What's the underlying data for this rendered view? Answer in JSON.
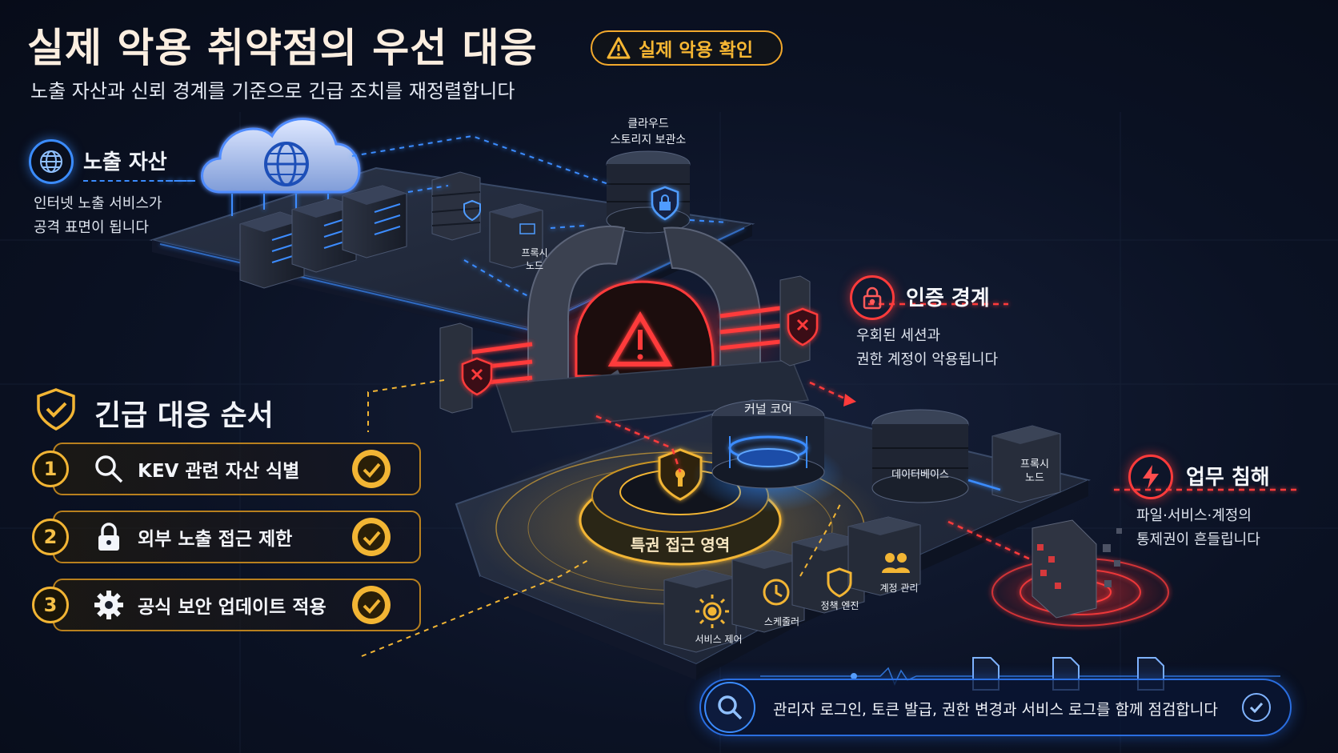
{
  "header": {
    "title": "실제 악용 취약점의 우선 대응",
    "subtitle": "노출 자산과 신뢰 경계를 기준으로 긴급 조치를 재정렬합니다",
    "badge": "실제 악용 확인"
  },
  "exposed_assets": {
    "title": "노출 자산",
    "desc_line1": "인터넷 노출 서비스가",
    "desc_line2": "공격 표면이 됩니다"
  },
  "cloud_storage": {
    "line1": "클라우드",
    "line2": "스토리지 보관소"
  },
  "proxy_top": {
    "line1": "프록시",
    "line2": "노드"
  },
  "auth_boundary": {
    "title": "인증 경계",
    "desc_line1": "우회된 세션과",
    "desc_line2": "권한 계정이 악용됩니다"
  },
  "response": {
    "title": "긴급 대응 순서",
    "steps": [
      {
        "num": "1",
        "label": "KEV 관련 자산 식별",
        "icon": "search-icon"
      },
      {
        "num": "2",
        "label": "외부 노출 접근 제한",
        "icon": "lock-icon"
      },
      {
        "num": "3",
        "label": "공식 보안 업데이트 적용",
        "icon": "gear-icon"
      }
    ]
  },
  "center": {
    "kernel_core": "커널 코어",
    "privileged_zone": "특권 접근 영역",
    "database": "데이터베이스",
    "proxy_line1": "프록시",
    "proxy_line2": "노드",
    "modules": [
      "서비스 제어",
      "스케줄러",
      "정책 엔진",
      "계정 관리"
    ]
  },
  "business_breach": {
    "title": "업무 침해",
    "desc_line1": "파일·서비스·계정의",
    "desc_line2": "통제권이 흔들립니다"
  },
  "bottom": {
    "text": "관리자 로그인, 토큰 발급, 권한 변경과 서비스 로그를 함께 점검합니다"
  },
  "colors": {
    "background": "#0b1224",
    "accent_gold": "#f2b534",
    "accent_red": "#ff3b3b",
    "accent_blue": "#3b8cff",
    "title_text": "#fbeee0"
  }
}
